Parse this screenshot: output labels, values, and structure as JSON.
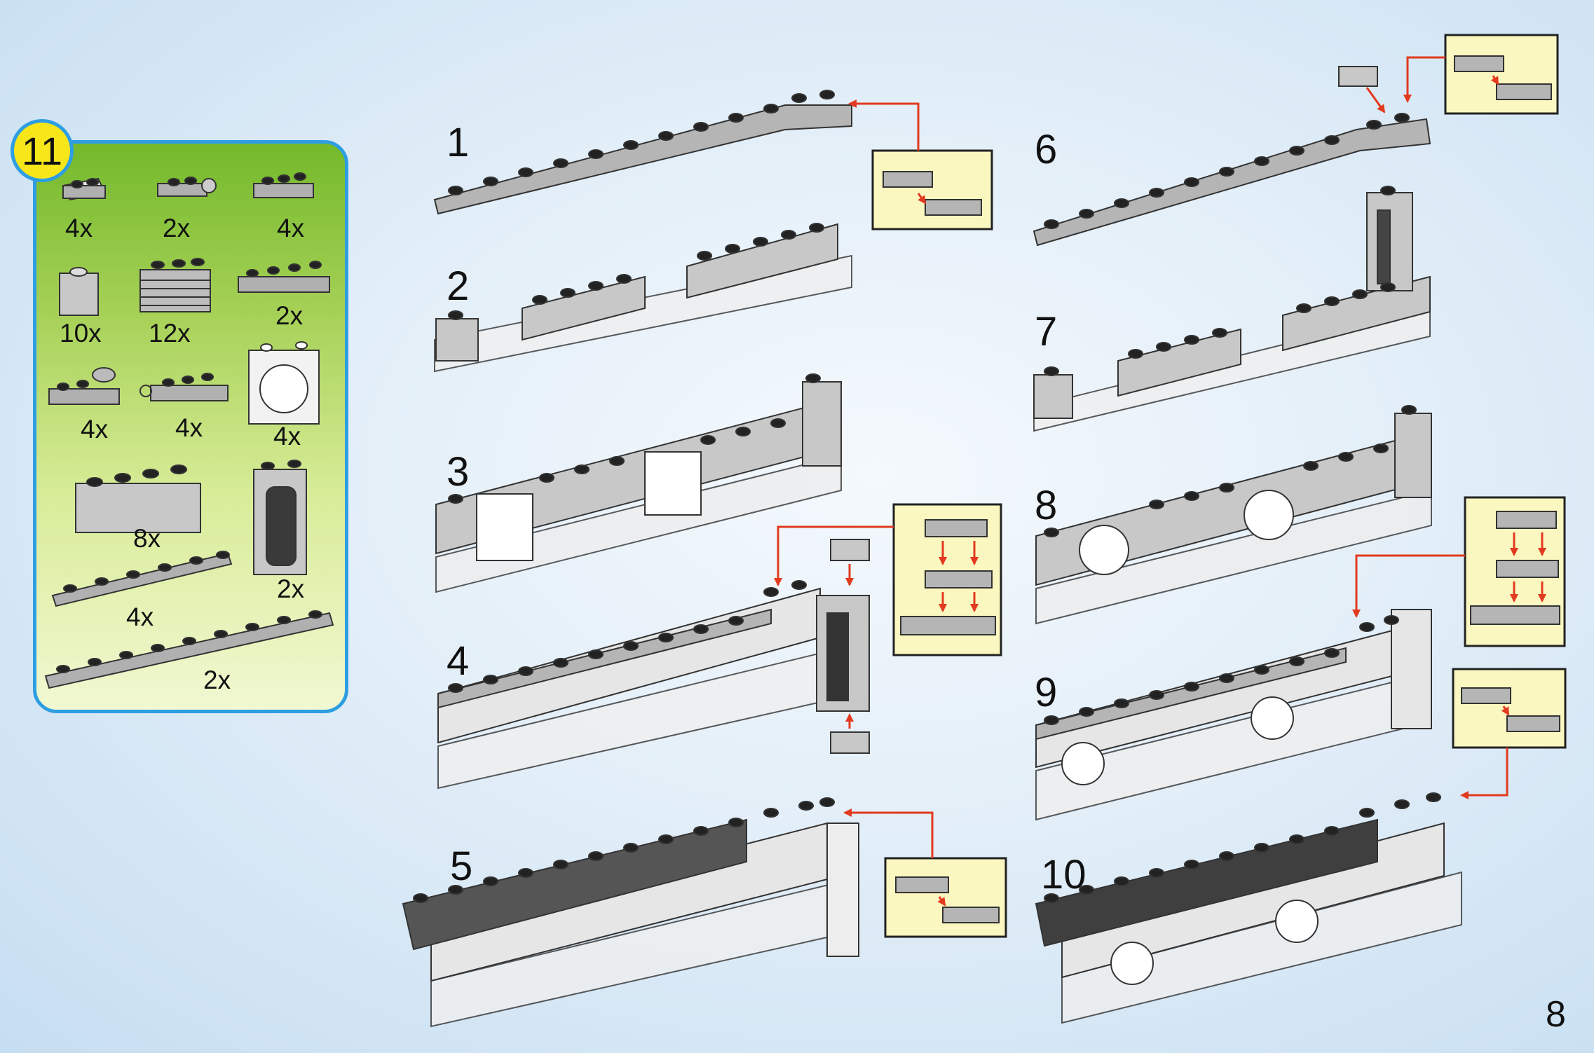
{
  "parts_box": {
    "step": "11",
    "quantities": [
      "4x",
      "2x",
      "4x",
      "10x",
      "12x",
      "2x",
      "4x",
      "4x",
      "4x",
      "8x",
      "2x",
      "4x",
      "2x"
    ]
  },
  "steps": [
    "1",
    "2",
    "3",
    "4",
    "5",
    "6",
    "7",
    "8",
    "9",
    "10"
  ],
  "page_number": "8",
  "colors": {
    "arrow": "#e23a1e",
    "callout_bg": "#fbf7c0",
    "panel_border": "#2e9ee2"
  }
}
